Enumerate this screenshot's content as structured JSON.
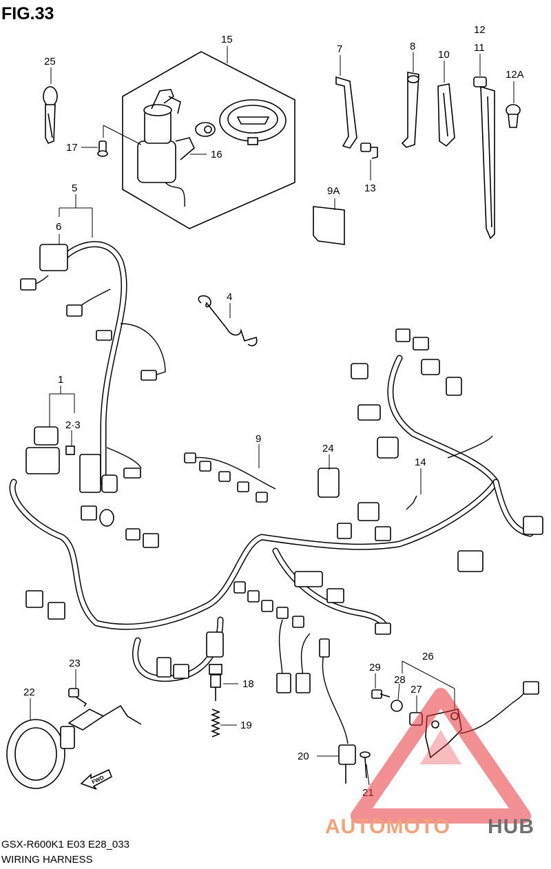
{
  "figure": {
    "title": "FIG.33",
    "model_code": "GSX-R600K1 E03 E28_033",
    "caption": "WIRING HARNESS"
  },
  "callouts": {
    "c1": "1",
    "c2_3": "2·3",
    "c4": "4",
    "c5": "5",
    "c6": "6",
    "c7": "7",
    "c8": "8",
    "c9": "9",
    "c9a": "9A",
    "c10": "10",
    "c11": "11",
    "c12": "12",
    "c12a": "12A",
    "c13": "13",
    "c14": "14",
    "c15": "15",
    "c16": "16",
    "c17": "17",
    "c18": "18",
    "c19": "19",
    "c20": "20",
    "c21": "21",
    "c22": "22",
    "c23": "23",
    "c24": "24",
    "c25": "25",
    "c26": "26",
    "c27": "27",
    "c28": "28",
    "c29": "29"
  },
  "fwd_label": "FWD",
  "watermark": {
    "part1": "AUTOMOTO",
    "part2": "HUB",
    "color_accent": "#f2a37a",
    "color_dark": "#6f6f6f",
    "logo_color": "#e8343a"
  }
}
